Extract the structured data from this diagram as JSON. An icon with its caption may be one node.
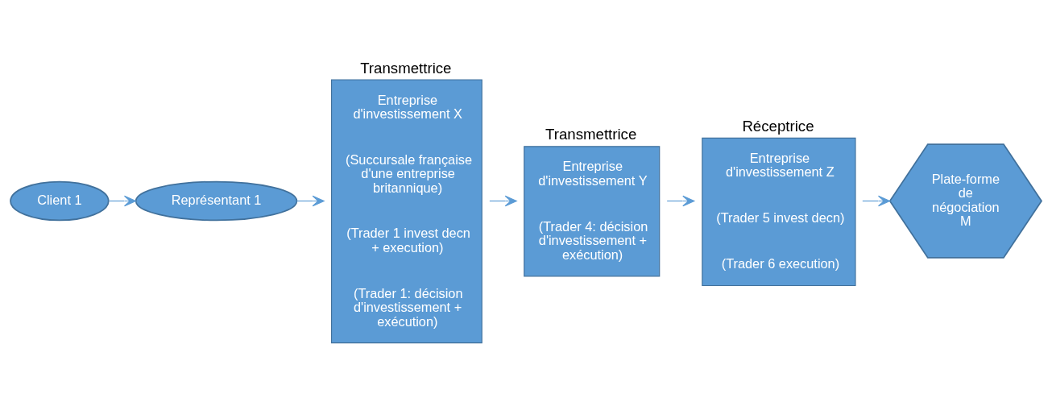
{
  "diagram": {
    "nodes": [
      {
        "text": [
          "Client 1"
        ]
      },
      {
        "text": [
          "Représentant 1"
        ]
      },
      {
        "text": [
          "Transmettrice",
          "Entreprise d'investissement X",
          "(Succursale française d'une entreprise britannique)",
          "(Trader 1 invest decn + execution)",
          "(Trader 1: décision d'investissement + exécution)"
        ]
      },
      {
        "text": [
          "Transmettrice",
          "Entreprise d'investissement Y",
          "(Trader 4: décision d'investissement + exécution)"
        ]
      },
      {
        "text": [
          "Réceptrice",
          "Entreprise d'investissement Z",
          "(Trader 5 invest decn)",
          "(Trader 6 execution)"
        ]
      },
      {
        "text": [
          "Plate-forme de négociation M"
        ]
      }
    ],
    "edges": [
      {
        "from": 0,
        "to": 1,
        "arrow": "to"
      },
      {
        "from": 1,
        "to": 2,
        "arrow": "to"
      },
      {
        "from": 2,
        "to": 3,
        "arrow": "to"
      },
      {
        "from": 3,
        "to": 4,
        "arrow": "to"
      },
      {
        "from": 4,
        "to": 5,
        "arrow": "to"
      }
    ]
  }
}
